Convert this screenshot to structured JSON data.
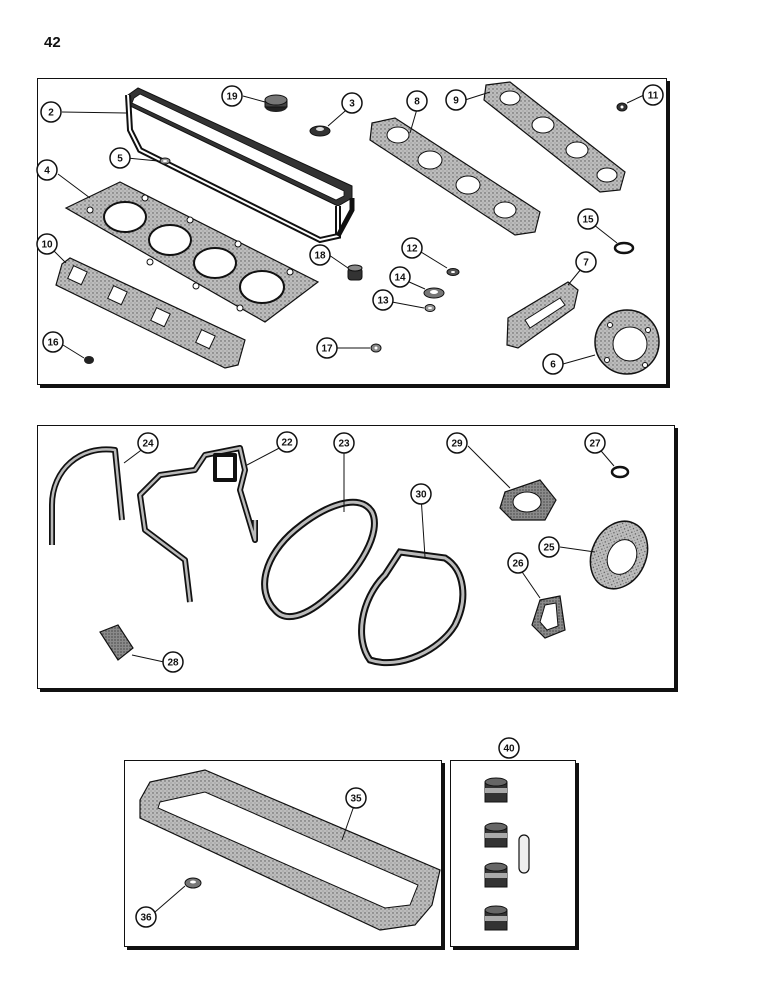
{
  "page": {
    "number": "42"
  },
  "diagram": {
    "panels": [
      {
        "id": "upper",
        "callouts": [
          "2",
          "19",
          "3",
          "8",
          "9",
          "11",
          "5",
          "4",
          "15",
          "10",
          "18",
          "12",
          "14",
          "13",
          "7",
          "16",
          "17",
          "6"
        ]
      },
      {
        "id": "middle",
        "callouts": [
          "24",
          "22",
          "23",
          "29",
          "27",
          "30",
          "25",
          "26",
          "28"
        ]
      },
      {
        "id": "lower-left",
        "callouts": [
          "35",
          "36"
        ]
      },
      {
        "id": "lower-right",
        "callouts": [
          "40"
        ]
      }
    ]
  },
  "colors": {
    "ink": "#111111",
    "fiber": "#9a9a9a",
    "paper": "#ffffff"
  }
}
